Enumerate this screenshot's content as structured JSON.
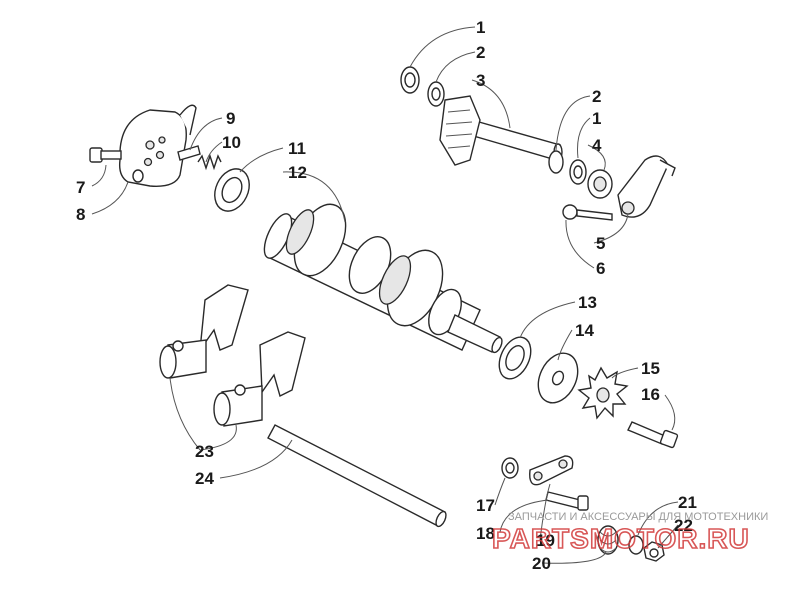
{
  "labels": [
    "1",
    "2",
    "3",
    "2",
    "1",
    "4",
    "5",
    "6",
    "7",
    "8",
    "9",
    "10",
    "11",
    "12",
    "13",
    "14",
    "15",
    "16",
    "17",
    "18",
    "19",
    "20",
    "21",
    "22",
    "23",
    "24"
  ],
  "watermark": {
    "tagline": "ЗАПЧАСТИ И АКСЕССУАРЫ ДЛЯ МОТОТЕХНИКИ",
    "brand": "PARTSMOTOR.RU",
    "color": "#d23a3a"
  }
}
